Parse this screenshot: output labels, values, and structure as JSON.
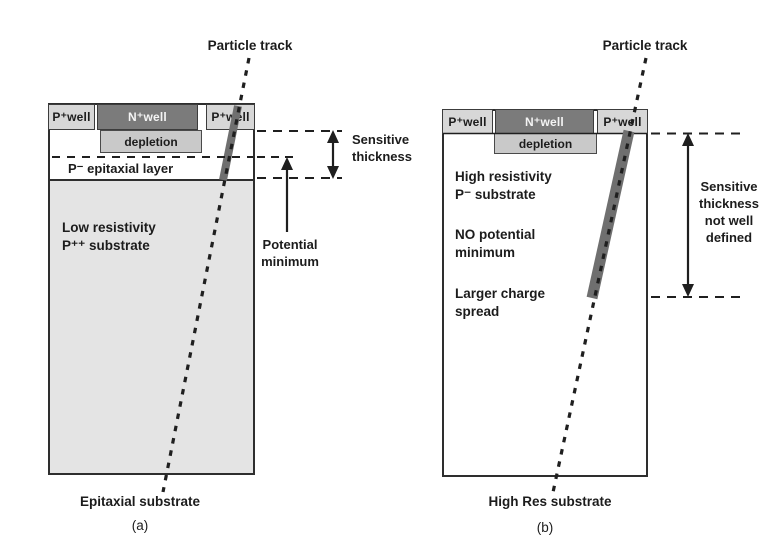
{
  "colors": {
    "p-well": "#d7d7d7",
    "n-well": "#7b7b7b",
    "depletion": "#c9c9c9",
    "substrate-a": "#e4e4e4",
    "line": "#1f1f1f",
    "band": "#6f6f6f",
    "text": "#1c1c1c"
  },
  "panel_a": {
    "particle_track": "Particle track",
    "p_well_left": "P⁺well",
    "n_well": "N⁺well",
    "p_well_right": "P⁺well",
    "depletion": "depletion",
    "epitaxial_layer": "P⁻ epitaxial layer",
    "substrate": [
      "Low resistivity",
      "P⁺⁺ substrate"
    ],
    "sensitive": [
      "Sensitive",
      "thickness"
    ],
    "potential": [
      "Potential",
      "minimum"
    ],
    "caption": "Epitaxial substrate",
    "tag": "(a)"
  },
  "panel_b": {
    "particle_track": "Particle track",
    "p_well_left": "P⁺well",
    "n_well": "N⁺well",
    "p_well_right": "P⁺well",
    "depletion": "depletion",
    "substrate": [
      "High resistivity",
      "P⁻ substrate"
    ],
    "no_potential": [
      "NO potential",
      "minimum"
    ],
    "charge": [
      "Larger charge",
      "spread"
    ],
    "sensitive": [
      "Sensitive",
      "thickness",
      "not well",
      "defined"
    ],
    "caption": "High Res substrate",
    "tag": "(b)"
  }
}
